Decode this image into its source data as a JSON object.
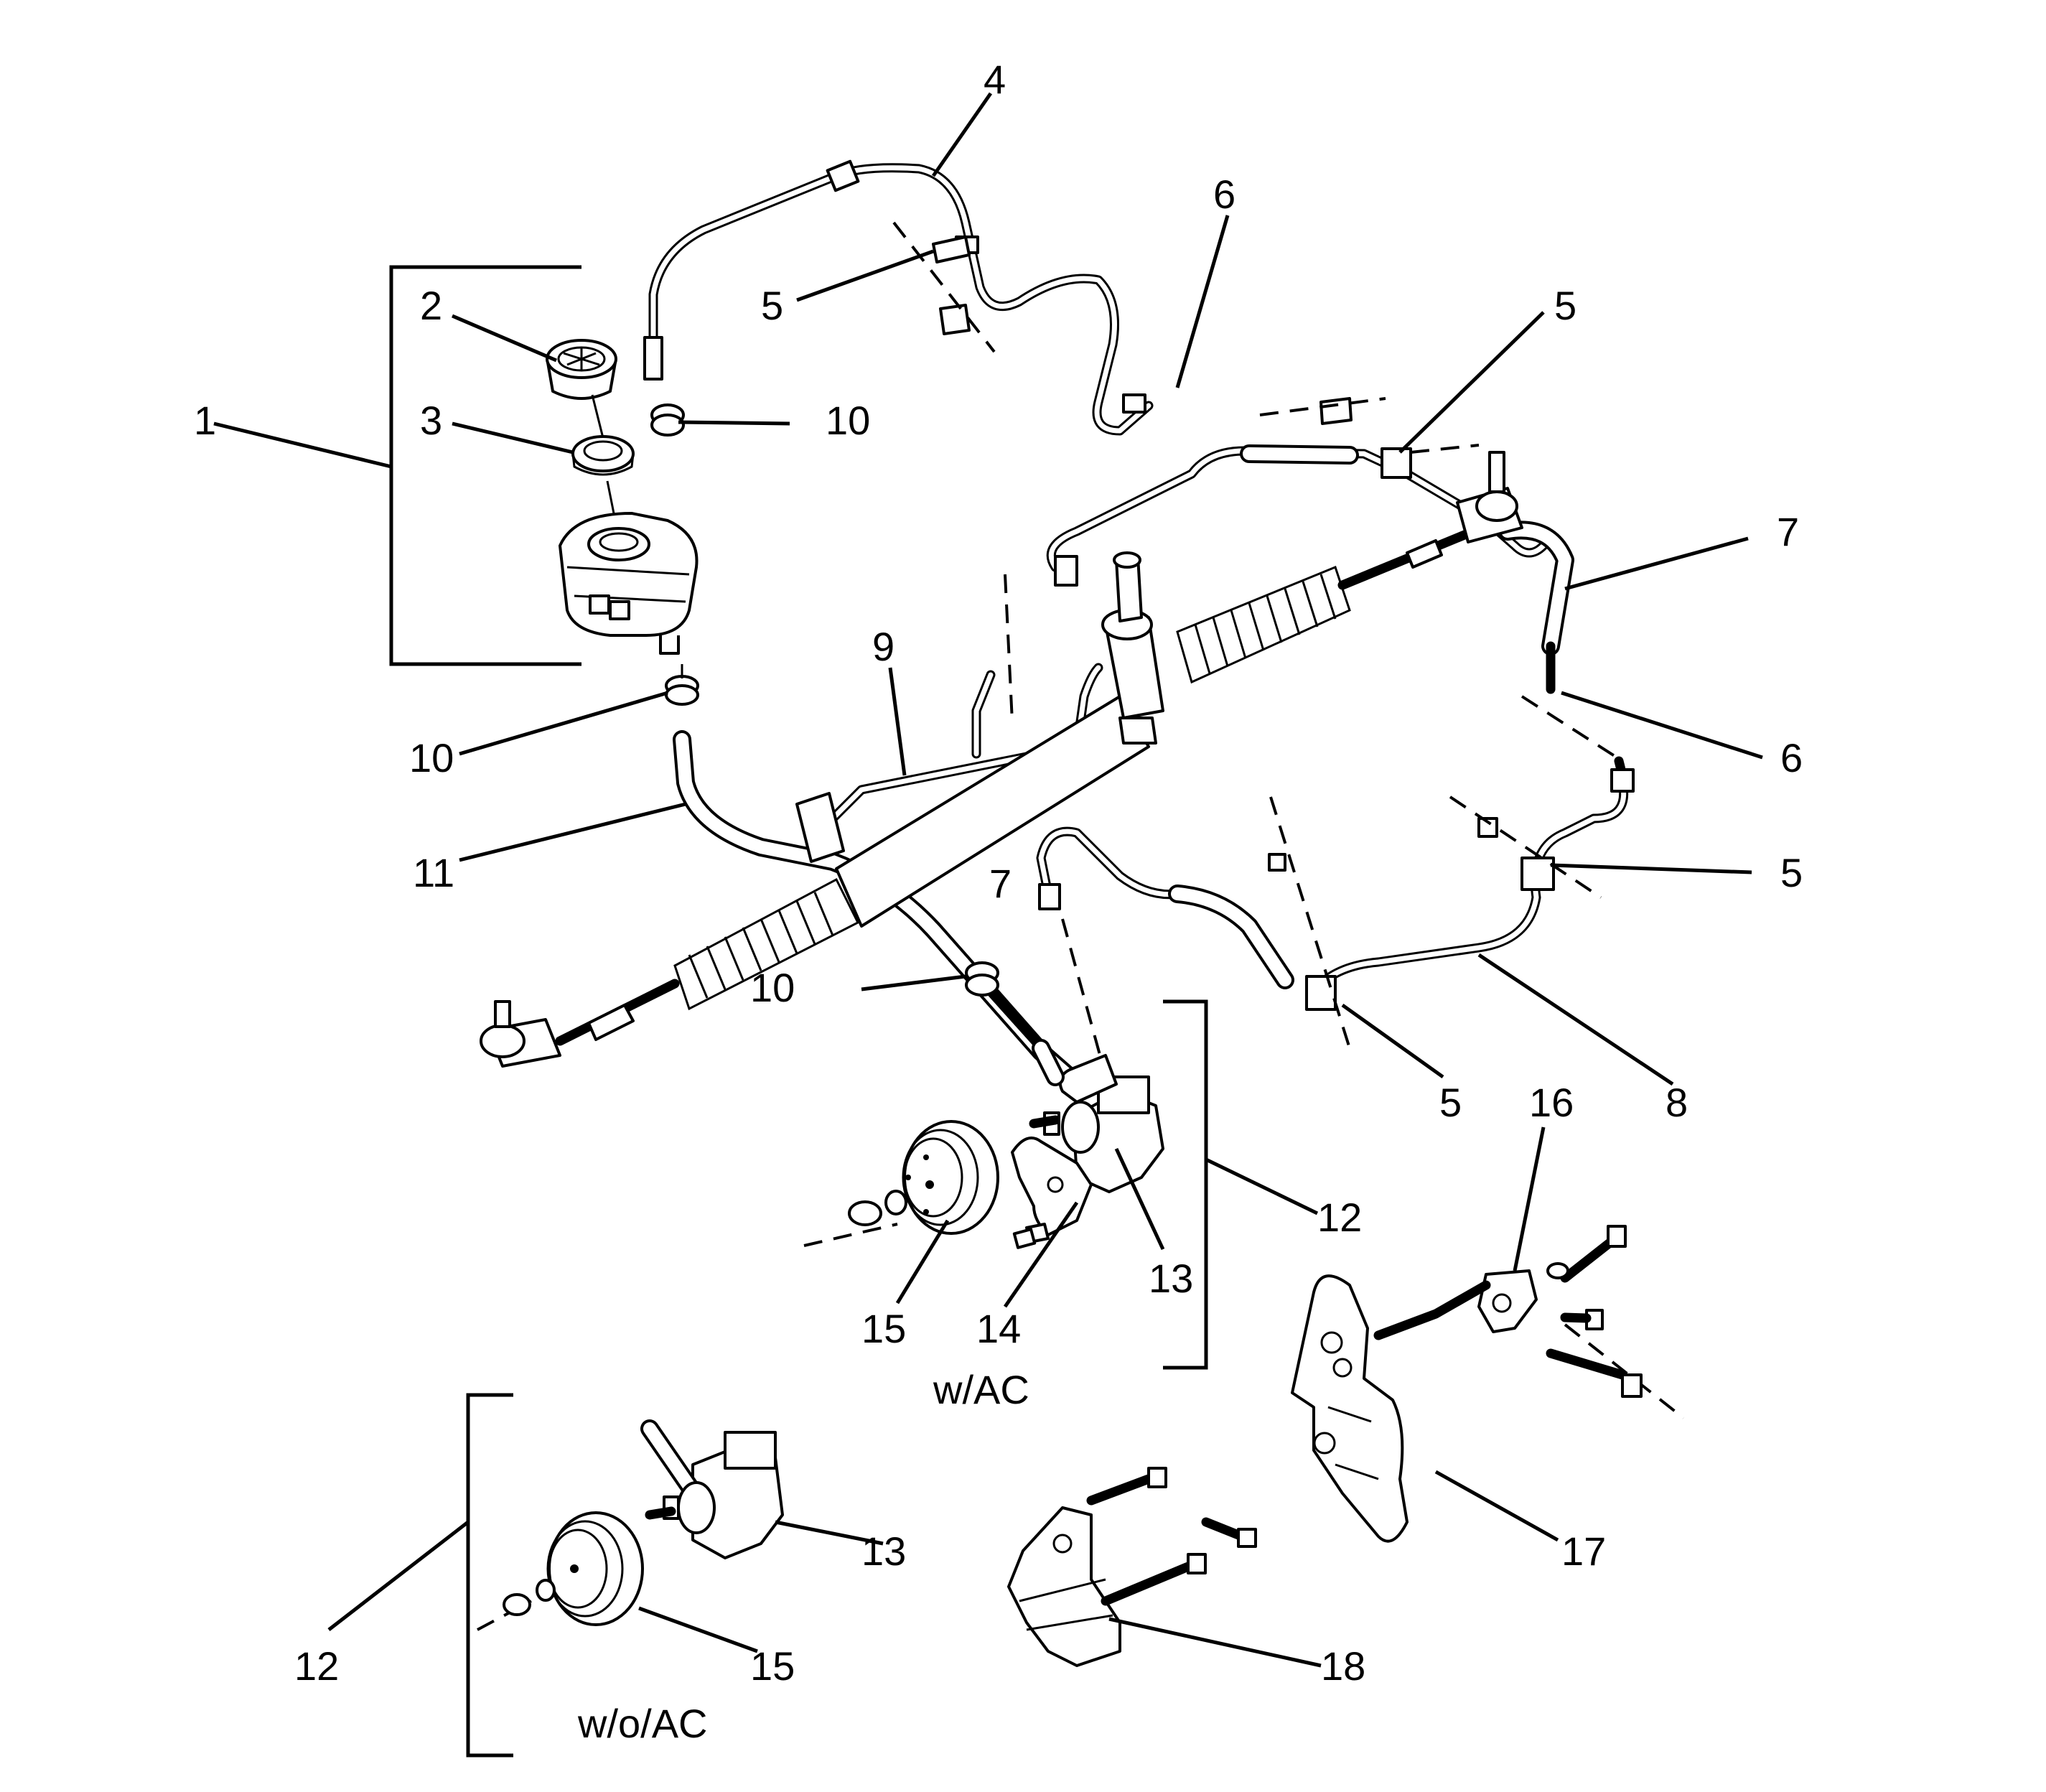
{
  "callouts": {
    "c1": "1",
    "c2": "2",
    "c3": "3",
    "c4": "4",
    "c5a": "5",
    "c5b": "5",
    "c5c": "5",
    "c5d": "5",
    "c6a": "6",
    "c6b": "6",
    "c7a": "7",
    "c7b": "7",
    "c8": "8",
    "c9": "9",
    "c10a": "10",
    "c10b": "10",
    "c10c": "10",
    "c11": "11",
    "c12a": "12",
    "c12b": "12",
    "c13a": "13",
    "c13b": "13",
    "c14": "14",
    "c15a": "15",
    "c15b": "15",
    "c16": "16",
    "c17": "17",
    "c18": "18"
  },
  "labels": {
    "with_ac": "w/AC",
    "without_ac": "w/o/AC"
  }
}
